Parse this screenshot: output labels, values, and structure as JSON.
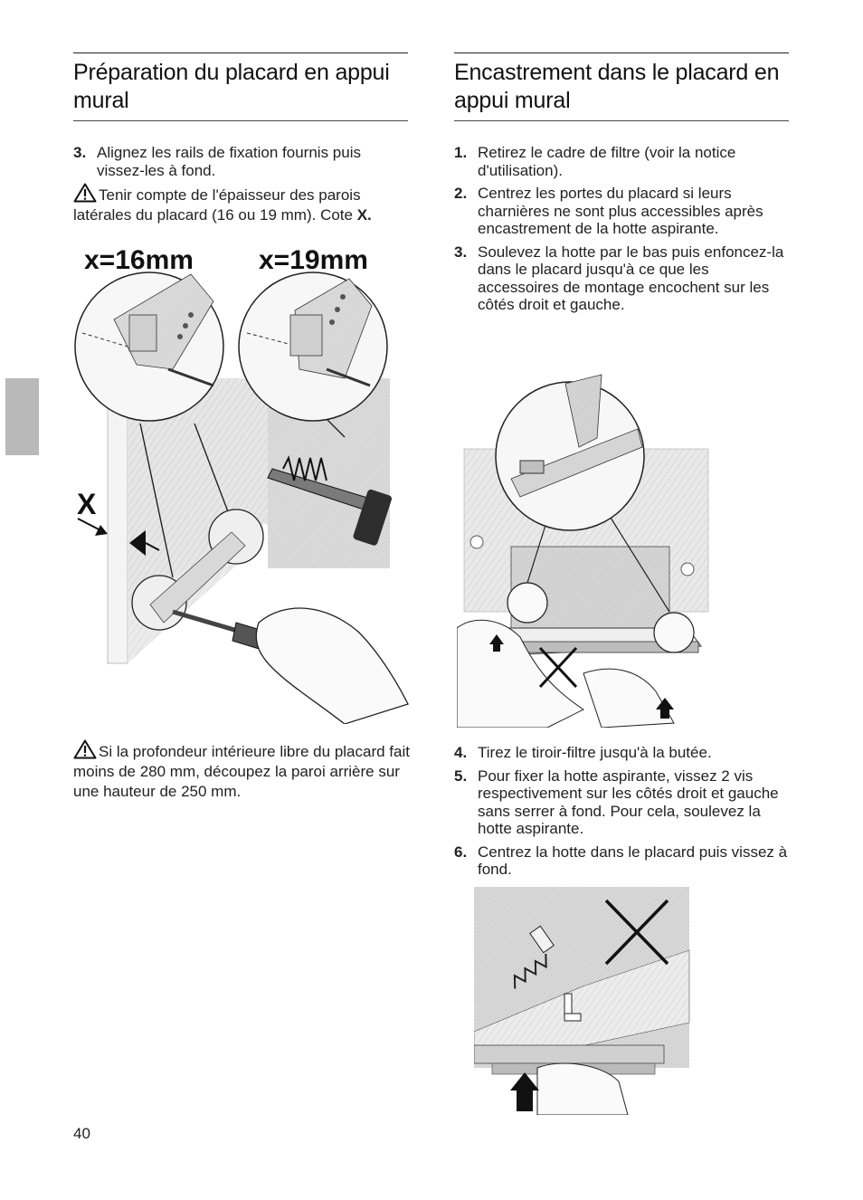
{
  "left": {
    "heading": "Préparation du placard en appui mural",
    "steps": [
      {
        "num": "3.",
        "text": "Alignez les rails de fixation fournis puis vissez-les à fond."
      }
    ],
    "note1": {
      "text": "Tenir compte de l'épaisseur des parois latérales du placard (16 ou 19 mm). Cote ",
      "bold": "X."
    },
    "figure": {
      "label_16": "x=16mm",
      "label_19": "x=19mm",
      "label_x": "X"
    },
    "note2": "Si la profondeur intérieure libre du placard fait moins de 280 mm, découpez la paroi arrière sur une hauteur de 250 mm."
  },
  "right": {
    "heading": "Encastrement dans le placard en appui mural",
    "steps_a": [
      {
        "num": "1.",
        "text": "Retirez le cadre de filtre (voir la notice d'utilisation)."
      },
      {
        "num": "2.",
        "text": "Centrez les portes du placard si leurs charnières ne sont plus accessibles après encastrement de la hotte aspirante."
      },
      {
        "num": "3.",
        "text": "Soulevez la hotte par le bas puis enfoncez-la dans le placard jusqu'à ce que les accessoires de montage encochent sur les côtés droit et gauche."
      }
    ],
    "steps_b": [
      {
        "num": "4.",
        "text": "Tirez le tiroir-filtre jusqu'à la butée."
      },
      {
        "num": "5.",
        "text": "Pour fixer la hotte aspirante, vissez 2 vis respectivement sur les côtés droit et gauche sans serrer à fond. Pour cela, soulevez la hotte aspirante."
      },
      {
        "num": "6.",
        "text": "Centrez la hotte dans le placard puis vissez à fond."
      }
    ]
  },
  "page_number": "40",
  "icons": [
    "warning-triangle-icon"
  ]
}
